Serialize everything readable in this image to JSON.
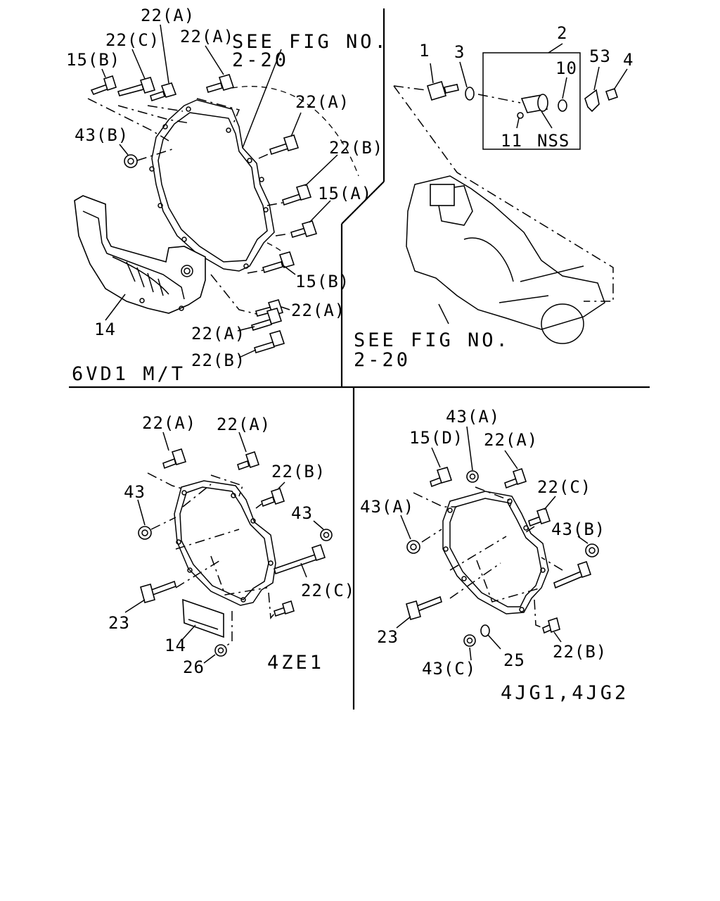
{
  "labels": [
    {
      "id": "l1",
      "text": "22(A)"
    },
    {
      "id": "l2",
      "text": "22(C)"
    },
    {
      "id": "l3",
      "text": "22(A)"
    },
    {
      "id": "l4",
      "text": "15(B)"
    },
    {
      "id": "l5",
      "text": "43(B)"
    },
    {
      "id": "l6",
      "text": "22(A)"
    },
    {
      "id": "l7",
      "text": "22(B)"
    },
    {
      "id": "l8",
      "text": "15(A)"
    },
    {
      "id": "l9",
      "text": "15(B)"
    },
    {
      "id": "l10",
      "text": "22(A)"
    },
    {
      "id": "l11",
      "text": "22(A)"
    },
    {
      "id": "l12",
      "text": "22(B)"
    },
    {
      "id": "l13",
      "text": "14"
    },
    {
      "id": "l14",
      "text": "1"
    },
    {
      "id": "l15",
      "text": "3"
    },
    {
      "id": "l16",
      "text": "2"
    },
    {
      "id": "l17",
      "text": "53"
    },
    {
      "id": "l18",
      "text": "4"
    },
    {
      "id": "l19",
      "text": "10"
    },
    {
      "id": "l20",
      "text": "11"
    },
    {
      "id": "l21",
      "text": "NSS"
    },
    {
      "id": "l22",
      "text": "22(A)"
    },
    {
      "id": "l23",
      "text": "22(A)"
    },
    {
      "id": "l24",
      "text": "43"
    },
    {
      "id": "l25",
      "text": "22(B)"
    },
    {
      "id": "l26",
      "text": "43"
    },
    {
      "id": "l27",
      "text": "22(C)"
    },
    {
      "id": "l28",
      "text": "23"
    },
    {
      "id": "l29",
      "text": "14"
    },
    {
      "id": "l30",
      "text": "26"
    },
    {
      "id": "l31",
      "text": "43(A)"
    },
    {
      "id": "l32",
      "text": "15(D)"
    },
    {
      "id": "l33",
      "text": "22(A)"
    },
    {
      "id": "l34",
      "text": "43(A)"
    },
    {
      "id": "l35",
      "text": "22(C)"
    },
    {
      "id": "l36",
      "text": "43(B)"
    },
    {
      "id": "l37",
      "text": "23"
    },
    {
      "id": "l38",
      "text": "25"
    },
    {
      "id": "l39",
      "text": "43(C)"
    },
    {
      "id": "l40",
      "text": "22(B)"
    }
  ],
  "references": {
    "see_fig_1": [
      "SEE FIG NO.",
      "2-20"
    ],
    "see_fig_2": [
      "SEE FIG NO.",
      "2-20"
    ]
  },
  "section_titles": {
    "s1": "6VD1 M/T",
    "s2": "4ZE1",
    "s3": "4JG1,4JG2"
  }
}
